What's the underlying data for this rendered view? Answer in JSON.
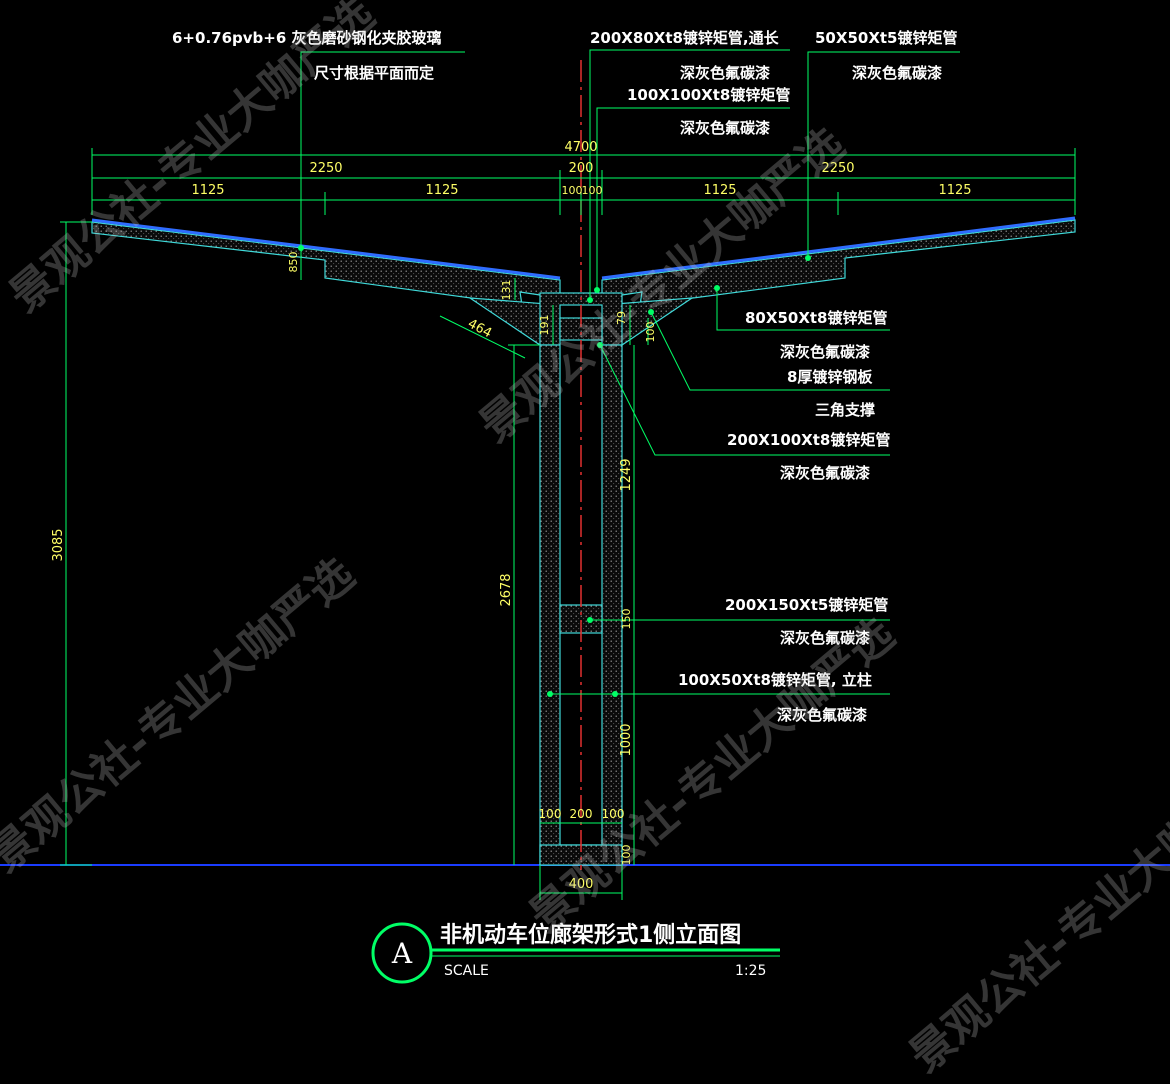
{
  "colors": {
    "background": "#000000",
    "dimension": "#00ff66",
    "text": "#ffffff",
    "dim_text": "#ffff66",
    "outline": "#3fd9d9",
    "glass": "#2f6cff",
    "center": "#e23030",
    "ground": "#1a3cff"
  },
  "labels": {
    "glass_spec": "6+0.76pvb+6 灰色磨砂钢化夹胶玻璃",
    "glass_size": "尺寸根据平面而定",
    "tube_200x80": "200X80Xt8镀锌矩管,通长",
    "paint_1": "深灰色氟碳漆",
    "tube_100x100": "100X100Xt8镀锌矩管",
    "paint_2": "深灰色氟碳漆",
    "tube_50x50": "50X50Xt5镀锌矩管",
    "paint_3": "深灰色氟碳漆",
    "tube_80x50": "80X50Xt8镀锌矩管",
    "paint_4": "深灰色氟碳漆",
    "plate_8": "8厚镀锌钢板",
    "triangle_brace": "三角支撑",
    "tube_200x100": "200X100Xt8镀锌矩管",
    "paint_5": "深灰色氟碳漆",
    "tube_200x150": "200X150Xt5镀锌矩管",
    "paint_6": "深灰色氟碳漆",
    "tube_100x50": "100X50Xt8镀锌矩管, 立柱",
    "paint_7": "深灰色氟碳漆"
  },
  "dimensions": {
    "total": "4700",
    "half_left": "2250",
    "center": "200",
    "half_right": "2250",
    "q1": "1125",
    "q2": "1125",
    "c_left": "100",
    "c_right": "100",
    "q3": "1125",
    "q4": "1125",
    "d850": "850",
    "d131": "131",
    "d464": "464",
    "d191": "191",
    "d79": "79",
    "d100_side": "100",
    "d1249": "1249",
    "d3085": "3085",
    "d2678": "2678",
    "d150": "150",
    "d1000": "1000",
    "b100a": "100",
    "b200": "200",
    "b100b": "100",
    "d100_base": "100",
    "d400": "400"
  },
  "title": {
    "circle": "A",
    "name": "非机动车位廊架形式1侧立面图",
    "scale_label": "SCALE",
    "scale_value": "1:25"
  },
  "watermark": "景观公社-专业大咖严选"
}
